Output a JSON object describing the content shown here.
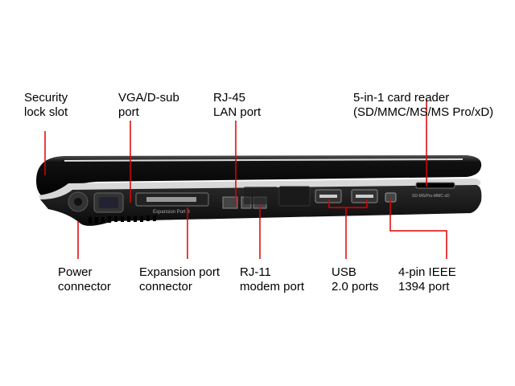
{
  "labels": {
    "security": [
      "Security",
      "lock slot"
    ],
    "vga": [
      "VGA/D-sub",
      "port"
    ],
    "rj45": [
      "RJ-45",
      "LAN port"
    ],
    "card_reader": [
      "5-in-1 card reader",
      "(SD/MMC/MS/MS Pro/xD)"
    ],
    "power": [
      "Power",
      "connector"
    ],
    "expansion": [
      "Expansion port",
      "connector"
    ],
    "rj11": [
      "RJ-11",
      "modem port"
    ],
    "usb": [
      "USB",
      "2.0 ports"
    ],
    "ieee1394": [
      "4-pin IEEE",
      "1394 port"
    ]
  },
  "device_print": {
    "expansion_port": "Expansion Port 3",
    "card_slot": "SD-MS/Pro-MMC-xD"
  },
  "colors": {
    "callout": "#e00000",
    "body": "#111111"
  }
}
